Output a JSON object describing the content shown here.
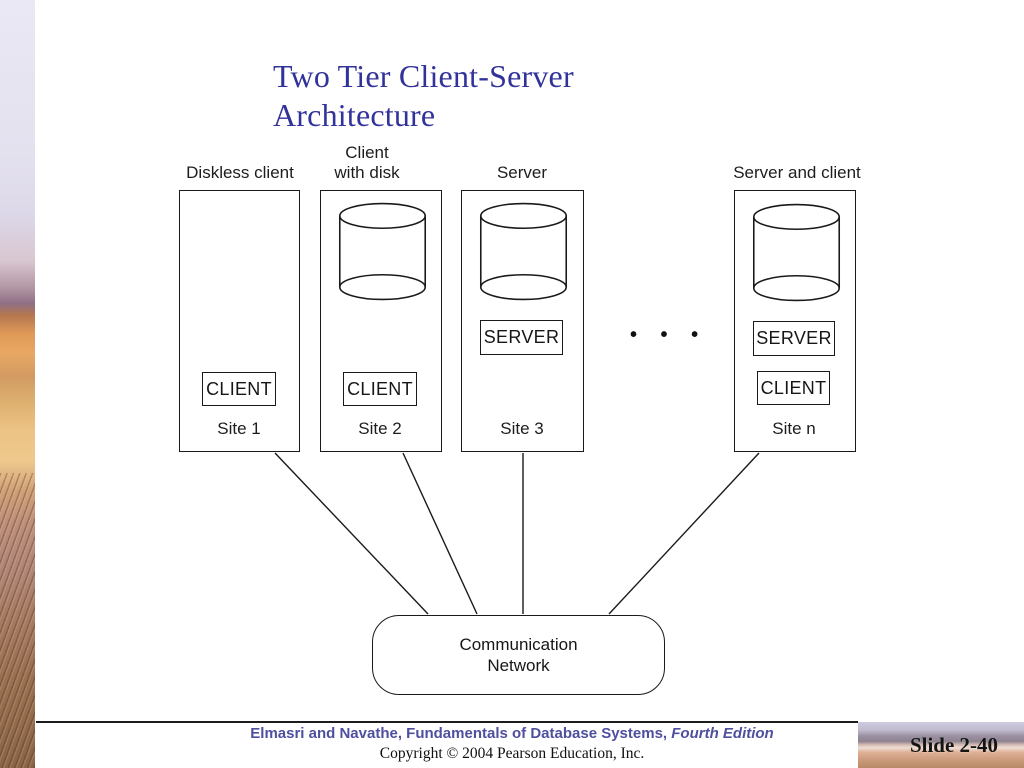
{
  "slide": {
    "title_line1": "Two Tier Client-Server",
    "title_line2": "Architecture"
  },
  "diagram": {
    "sites": [
      {
        "label": "Diskless client",
        "client_label": "CLIENT",
        "site_name": "Site 1"
      },
      {
        "label": "Client\nwith disk",
        "client_label": "CLIENT",
        "site_name": "Site 2"
      },
      {
        "label": "Server",
        "server_label": "SERVER",
        "site_name": "Site 3"
      },
      {
        "label": "Server and client",
        "server_label": "SERVER",
        "client_label": "CLIENT",
        "site_name": "Site n"
      }
    ],
    "ellipsis": "• • •",
    "network_line1": "Communication",
    "network_line2": "Network"
  },
  "footer": {
    "attribution_regular": "Elmasri and Navathe, Fundamentals of Database Systems, ",
    "attribution_italic": "Fourth Edition",
    "copyright": "Copyright © 2004 Pearson Education, Inc.",
    "slide_number": "Slide 2-40"
  },
  "colors": {
    "title_blue": "#32329b",
    "attribution_blue": "#4f4f9f",
    "diagram_line": "#1a1a1a"
  }
}
